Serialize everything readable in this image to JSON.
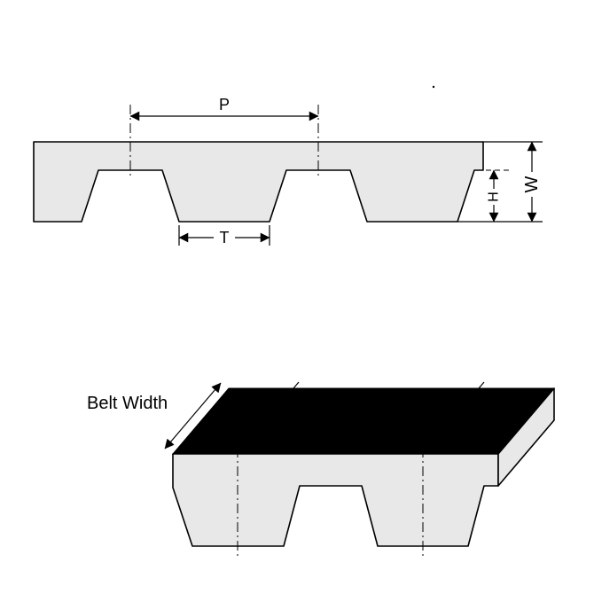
{
  "labels": {
    "pitch": "P",
    "tooth_width": "T",
    "tooth_height": "H",
    "belt_thickness": "W",
    "belt_width": "Belt Width"
  },
  "colors": {
    "belt_fill": "#e8e8e8",
    "top_face": "#000000",
    "line": "#000000",
    "background": "#ffffff"
  }
}
